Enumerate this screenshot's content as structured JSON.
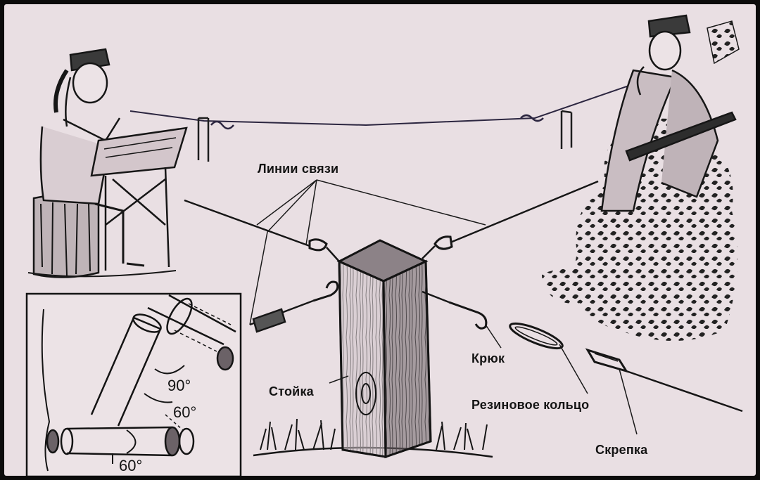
{
  "labels": {
    "comm_lines": "Линии связи",
    "hook": "Крюк",
    "post": "Стойка",
    "rubber_ring": "Резиновое кольцо",
    "clip": "Скрепка"
  },
  "inset": {
    "angle_top": "90°",
    "angle_mid": "60°",
    "angle_bottom": "60°"
  }
}
